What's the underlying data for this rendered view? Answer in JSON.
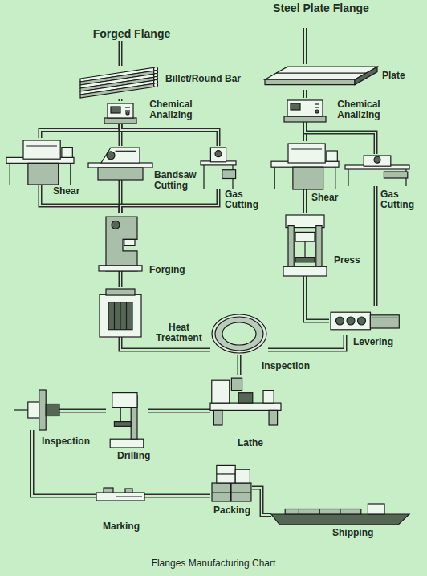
{
  "diagram": {
    "caption": "Flanges Manufacturing Chart",
    "nodes": [
      {
        "text": [
          "Billet/Round Bar"
        ]
      },
      {
        "text": [
          "Chemical Analizing"
        ]
      },
      {
        "text": [
          "Shear"
        ]
      },
      {
        "text": [
          "Bandsaw Cutting"
        ]
      },
      {
        "text": [
          "Gas Cutting"
        ]
      },
      {
        "text": [
          "Forging"
        ]
      },
      {
        "text": [
          "Heat Treatment"
        ]
      },
      {
        "text": [
          "Plate"
        ]
      },
      {
        "text": [
          "Chemical Analizing"
        ]
      },
      {
        "text": [
          "Shear"
        ]
      },
      {
        "text": [
          "Gas Cutting"
        ]
      },
      {
        "text": [
          "Press"
        ]
      },
      {
        "text": [
          "Levering"
        ]
      },
      {
        "text": [
          "Inspection"
        ]
      },
      {
        "text": [
          "Lathe"
        ]
      },
      {
        "text": [
          "Drilling"
        ]
      },
      {
        "text": [
          "Inspection"
        ]
      },
      {
        "text": [
          "Marking"
        ]
      },
      {
        "text": [
          "Packing"
        ]
      },
      {
        "text": [
          "Shipping"
        ]
      }
    ],
    "edges": [
      {
        "from": 0,
        "to": 1,
        "arrow": "none"
      },
      {
        "from": 1,
        "to": 2,
        "arrow": "none"
      },
      {
        "from": 1,
        "to": 3,
        "arrow": "none"
      },
      {
        "from": 1,
        "to": 4,
        "arrow": "none"
      },
      {
        "from": 2,
        "to": 5,
        "arrow": "none"
      },
      {
        "from": 3,
        "to": 5,
        "arrow": "none"
      },
      {
        "from": 4,
        "to": 5,
        "arrow": "none"
      },
      {
        "from": 5,
        "to": 6,
        "arrow": "none"
      },
      {
        "from": 6,
        "to": 13,
        "arrow": "none"
      },
      {
        "from": 7,
        "to": 8,
        "arrow": "none"
      },
      {
        "from": 8,
        "to": 9,
        "arrow": "none"
      },
      {
        "from": 8,
        "to": 10,
        "arrow": "none"
      },
      {
        "from": 9,
        "to": 11,
        "arrow": "none"
      },
      {
        "from": 11,
        "to": 12,
        "arrow": "none"
      },
      {
        "from": 10,
        "to": 12,
        "arrow": "none"
      },
      {
        "from": 12,
        "to": 13,
        "arrow": "none"
      },
      {
        "from": 13,
        "to": 14,
        "arrow": "none"
      },
      {
        "from": 14,
        "to": 15,
        "arrow": "none"
      },
      {
        "from": 15,
        "to": 16,
        "arrow": "none"
      },
      {
        "from": 16,
        "to": 17,
        "arrow": "none"
      },
      {
        "from": 17,
        "to": 18,
        "arrow": "none"
      },
      {
        "from": 18,
        "to": 19,
        "arrow": "none"
      }
    ],
    "labels": [
      "Forged Flange",
      "Steel Plate Flange"
    ]
  }
}
